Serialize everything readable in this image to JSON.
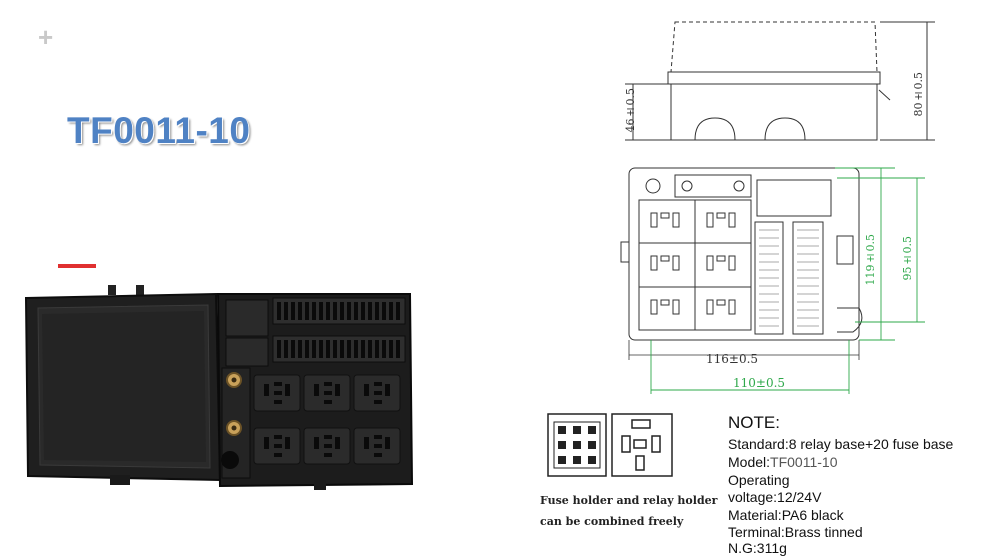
{
  "page": {
    "plus_glyph": "+",
    "title": "TF0011-10"
  },
  "dimensions": {
    "overall_height": "80±0.5",
    "base_height": "46±0.5",
    "width_outer": "116±0.5",
    "width_inner": "110±0.5",
    "depth_outer": "119±0.5",
    "depth_inner": "95±0.5"
  },
  "captions": {
    "line1": "Fuse holder and relay holder",
    "line2": "can be combined freely"
  },
  "note": {
    "title": "NOTE:",
    "standard_label": "Standard:",
    "standard_value": "8 relay base+20 fuse base",
    "model_label": "Model:",
    "model_value": "TF0011-10",
    "operating_label": "Operating",
    "voltage_label": "voltage:",
    "voltage_value": "12/24V",
    "material_label": "Material:",
    "material_value": "PA6 black",
    "terminal_label": "Terminal:",
    "terminal_value": "Brass tinned",
    "ng_label": "N.G:",
    "ng_value": "311g"
  },
  "colors": {
    "title": "#4f82c4",
    "accent_red": "#e03030",
    "dimension_green": "#2ea84a",
    "product_black": "#1c1c1c"
  }
}
